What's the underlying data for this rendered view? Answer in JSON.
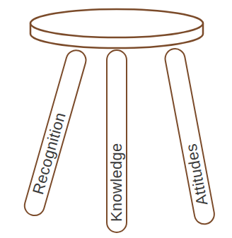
{
  "diagram": {
    "nodes": [
      {
        "text": [
          "Recognition"
        ]
      },
      {
        "text": [
          "Knowledge"
        ]
      },
      {
        "text": [
          "Attitudes"
        ]
      }
    ]
  }
}
